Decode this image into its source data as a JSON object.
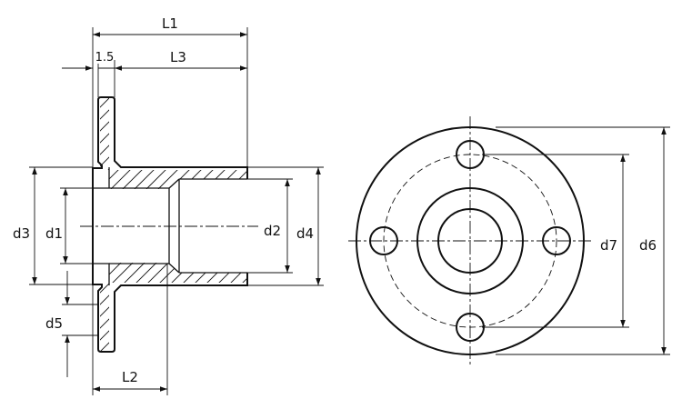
{
  "labels": {
    "L1": "L1",
    "L2": "L2",
    "L3": "L3",
    "gap": "1.5",
    "d1": "d1",
    "d2": "d2",
    "d3": "d3",
    "d4": "d4",
    "d5": "d5",
    "d6": "d6",
    "d7": "d7"
  }
}
